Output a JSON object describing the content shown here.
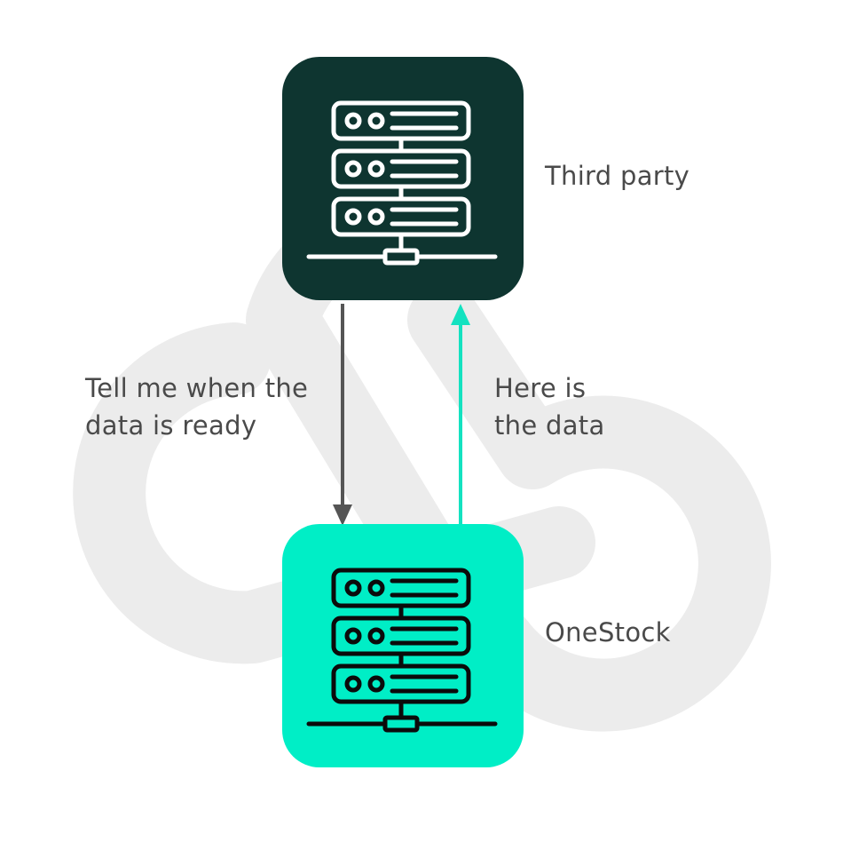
{
  "colors": {
    "third_party_box": "#0e3530",
    "onestock_box": "#00eec6",
    "request_arrow": "#555555",
    "response_arrow": "#14e2c0",
    "label_text": "#4a4a4a",
    "third_party_icon": "#ffffff",
    "onestock_icon": "#0b0b0b",
    "watermark": "#ececec"
  },
  "nodes": {
    "third_party": {
      "label": "Third party",
      "icon": "server-icon"
    },
    "onestock": {
      "label": "OneStock",
      "icon": "server-icon"
    }
  },
  "edges": {
    "request": {
      "line1": "Tell me when the",
      "line2": "data is ready",
      "from": "third_party",
      "to": "onestock"
    },
    "response": {
      "line1": "Here is",
      "line2": "the data",
      "from": "onestock",
      "to": "third_party"
    }
  },
  "background": {
    "icon": "webhook-icon"
  }
}
